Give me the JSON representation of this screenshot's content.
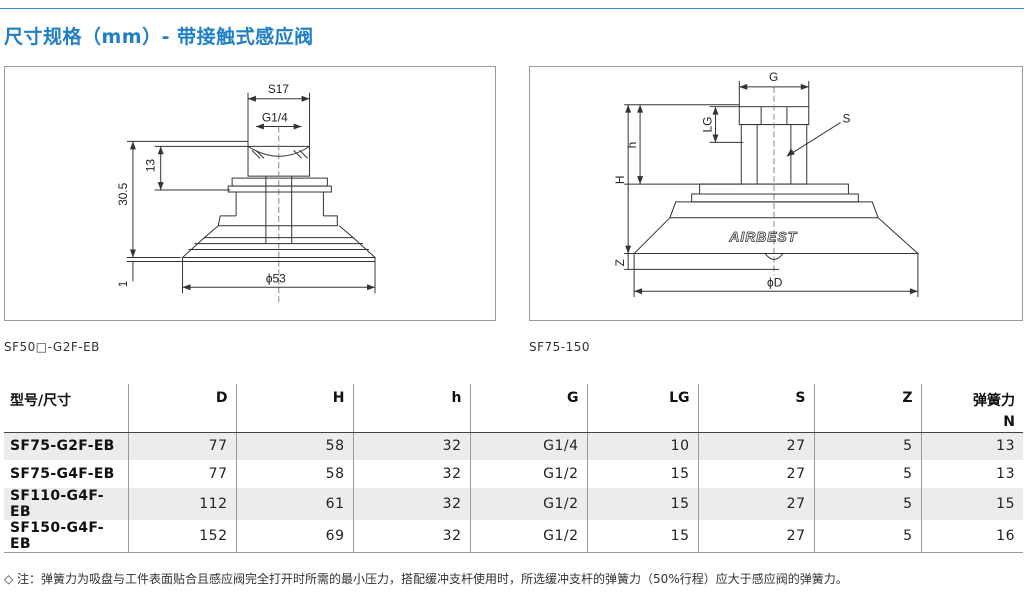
{
  "page": {
    "title": "尺寸规格（mm）- 带接触式感应阀"
  },
  "figure_left": {
    "caption": "SF50□-G2F-EB",
    "dims": {
      "s17": "S17",
      "g14": "G1/4",
      "d13": "13",
      "d30_5": "30.5",
      "d1": "1",
      "phi53": "ϕ53"
    }
  },
  "figure_right": {
    "caption": "SF75-150",
    "brand": "AIRBEST",
    "dims": {
      "g": "G",
      "lg": "LG",
      "s": "S",
      "h_small": "h",
      "h_big": "H",
      "z": "Z",
      "phi_d": "ϕD"
    }
  },
  "table": {
    "headers": {
      "model": "型号/尺寸",
      "d": "D",
      "h_big": "H",
      "h_small": "h",
      "g": "G",
      "lg": "LG",
      "s": "S",
      "z": "Z",
      "spring_1": "弹簧力",
      "spring_2": "N"
    },
    "rows": [
      {
        "model": "SF75-G2F-EB",
        "d": "77",
        "h_big": "58",
        "h_small": "32",
        "g": "G1/4",
        "lg": "10",
        "s": "27",
        "z": "5",
        "spring": "13"
      },
      {
        "model": "SF75-G4F-EB",
        "d": "77",
        "h_big": "58",
        "h_small": "32",
        "g": "G1/2",
        "lg": "15",
        "s": "27",
        "z": "5",
        "spring": "13"
      },
      {
        "model": "SF110-G4F-EB",
        "d": "112",
        "h_big": "61",
        "h_small": "32",
        "g": "G1/2",
        "lg": "15",
        "s": "27",
        "z": "5",
        "spring": "15"
      },
      {
        "model": "SF150-G4F-EB",
        "d": "152",
        "h_big": "69",
        "h_small": "32",
        "g": "G1/2",
        "lg": "15",
        "s": "27",
        "z": "5",
        "spring": "16"
      }
    ]
  },
  "footnote": "◇ 注：弹簧力为吸盘与工件表面贴合且感应阀完全打开时所需的最小压力，搭配缓冲支杆使用时，所选缓冲支杆的弹簧力（50%行程）应大于感应阀的弹簧力。"
}
